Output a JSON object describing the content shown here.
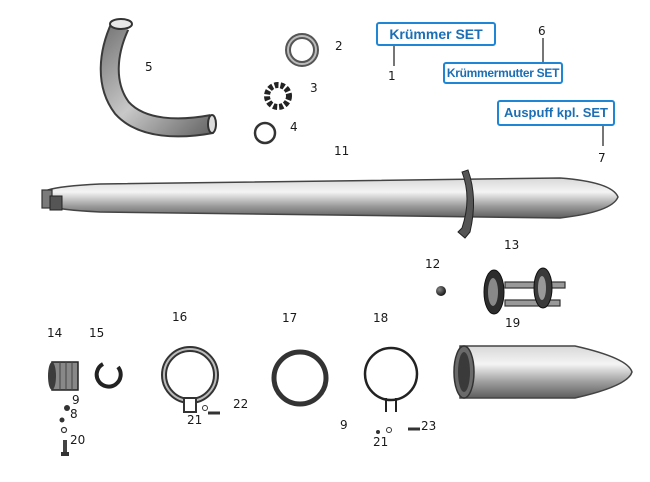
{
  "links": {
    "kruemmer_set": "Krümmer SET",
    "kruemmermutter_set": "Krümmermutter SET",
    "auspuff_set": "Auspuff kpl. SET"
  },
  "callouts": {
    "n1": "1",
    "n2": "2",
    "n3": "3",
    "n4": "4",
    "n5": "5",
    "n6": "6",
    "n7": "7",
    "n8": "8",
    "n9a": "9",
    "n9b": "9",
    "n11": "11",
    "n12": "12",
    "n13": "13",
    "n14": "14",
    "n15": "15",
    "n16": "16",
    "n17": "17",
    "n18": "18",
    "n19": "19",
    "n20": "20",
    "n21a": "21",
    "n21b": "21",
    "n22": "22",
    "n23": "23"
  },
  "colors": {
    "link_border": "#1f86d6",
    "link_text": "#1a6fb5",
    "part_metal": "#9a9a9a",
    "part_dark": "#333333"
  }
}
